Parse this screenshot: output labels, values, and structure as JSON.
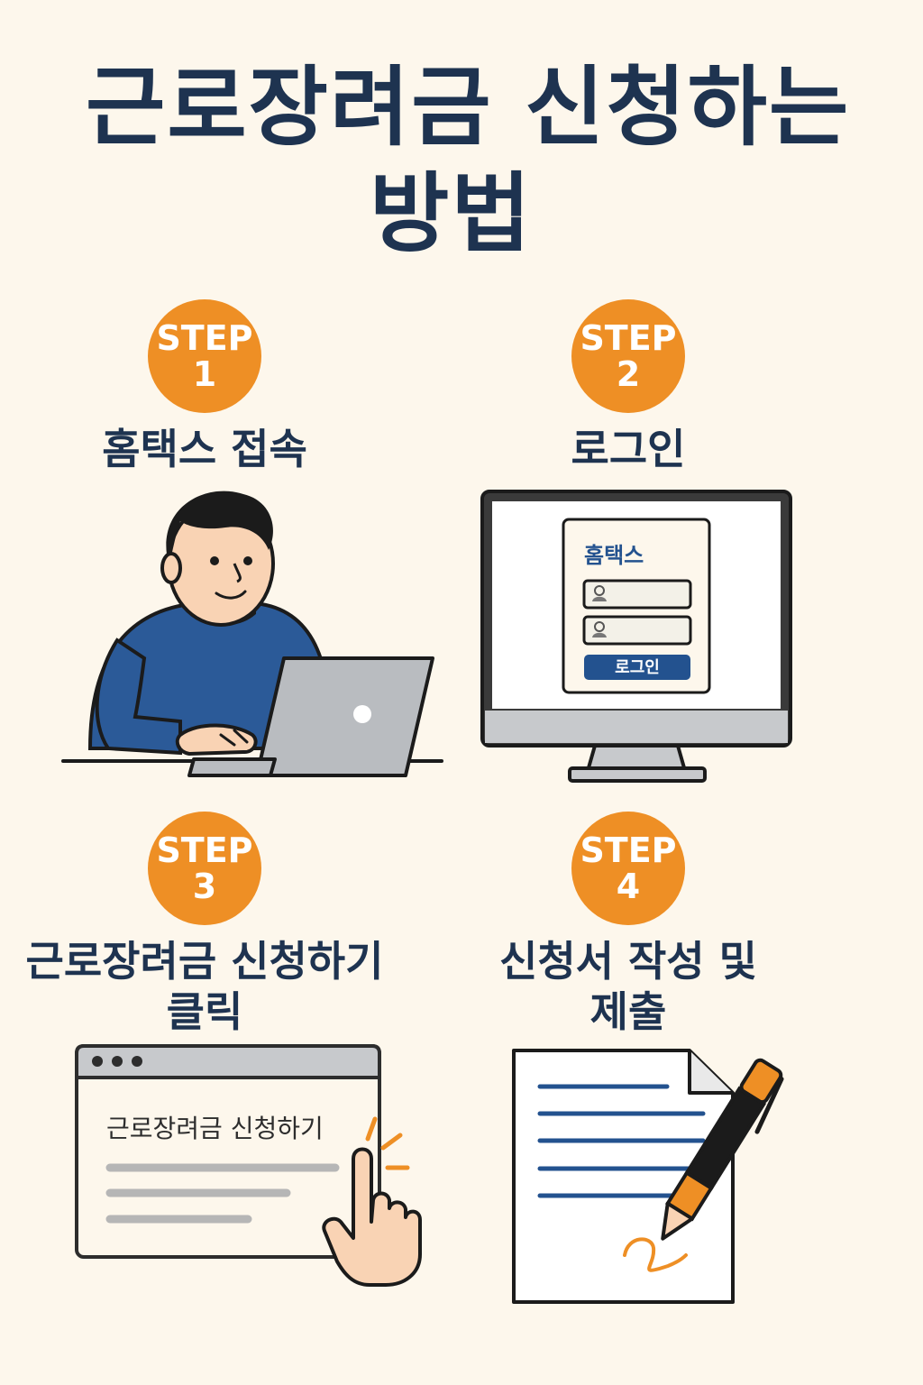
{
  "title": {
    "line1": "근로장려금 신청하는",
    "line2": "방법"
  },
  "steps": [
    {
      "badge_word": "STEP",
      "number": "1",
      "label_line1": "홈택스 접속",
      "label_line2": ""
    },
    {
      "badge_word": "STEP",
      "number": "2",
      "label_line1": "로그인",
      "label_line2": ""
    },
    {
      "badge_word": "STEP",
      "number": "3",
      "label_line1": "근로장려금 신청하기",
      "label_line2": "클릭"
    },
    {
      "badge_word": "STEP",
      "number": "4",
      "label_line1": "신청서 작성 및",
      "label_line2": "제출"
    }
  ],
  "login_screen": {
    "logo_text": "홈택스",
    "login_button": "로그인"
  },
  "browser_window": {
    "link_text": "근로장려금 신청하기"
  },
  "colors": {
    "navy": "#1e3350",
    "orange": "#ee8f25",
    "background": "#fdf7ec",
    "shirt_blue": "#2b5a98"
  },
  "icons": [
    "person-laptop-illustration",
    "monitor-icon",
    "browser-window-icon",
    "pointing-hand-icon",
    "document-icon",
    "pen-icon",
    "user-icon",
    "lock-icon"
  ]
}
